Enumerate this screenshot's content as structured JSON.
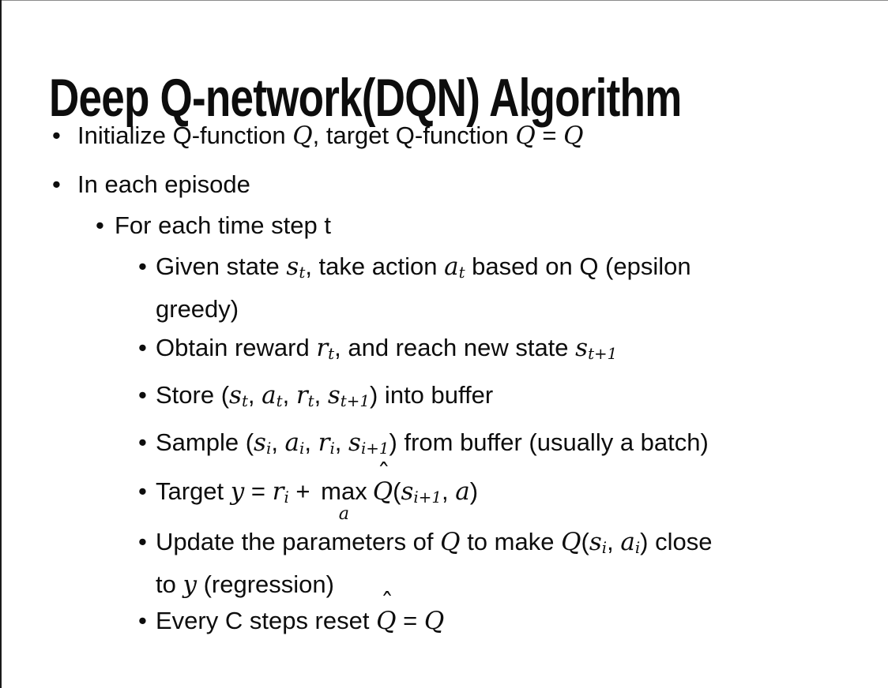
{
  "slide": {
    "title": "Deep Q-network(DQN) Algorithm",
    "glyphs": {
      "bullet": "•",
      "hat": "ˆ"
    },
    "colors": {
      "background": "#ffffff",
      "text": "#0d0d0d",
      "edge": "#1a1a1a"
    },
    "bullets": [
      {
        "level": 1,
        "segments": [
          {
            "k": "t",
            "v": "Initialize Q-function "
          },
          {
            "k": "m",
            "v": "Q"
          },
          {
            "k": "t",
            "v": ", target Q-function "
          },
          {
            "k": "hat",
            "v": "Q"
          },
          {
            "k": "t",
            "v": " = "
          },
          {
            "k": "m",
            "v": "Q"
          }
        ]
      },
      {
        "level": 1,
        "segments": [
          {
            "k": "t",
            "v": "In each episode"
          }
        ]
      },
      {
        "level": 2,
        "segments": [
          {
            "k": "t",
            "v": "For each time step t"
          }
        ]
      },
      {
        "level": 3,
        "segments": [
          {
            "k": "t",
            "v": "Given state "
          },
          {
            "k": "m",
            "v": "s"
          },
          {
            "k": "sub",
            "v": "t"
          },
          {
            "k": "t",
            "v": ", take action "
          },
          {
            "k": "m",
            "v": "a"
          },
          {
            "k": "sub",
            "v": "t"
          },
          {
            "k": "t",
            "v": " based on Q (epsilon"
          },
          {
            "k": "br"
          },
          {
            "k": "t",
            "v": "greedy)"
          }
        ]
      },
      {
        "level": 3,
        "segments": [
          {
            "k": "t",
            "v": "Obtain reward "
          },
          {
            "k": "m",
            "v": "r"
          },
          {
            "k": "sub",
            "v": "t"
          },
          {
            "k": "t",
            "v": ", and reach new state "
          },
          {
            "k": "m",
            "v": "s"
          },
          {
            "k": "sub",
            "v": "t+1"
          }
        ]
      },
      {
        "level": 3,
        "segments": [
          {
            "k": "t",
            "v": "Store ("
          },
          {
            "k": "m",
            "v": "s"
          },
          {
            "k": "sub",
            "v": "t"
          },
          {
            "k": "t",
            "v": ", "
          },
          {
            "k": "m",
            "v": "a"
          },
          {
            "k": "sub",
            "v": "t"
          },
          {
            "k": "t",
            "v": ", "
          },
          {
            "k": "m",
            "v": "r"
          },
          {
            "k": "sub",
            "v": "t"
          },
          {
            "k": "t",
            "v": ", "
          },
          {
            "k": "m",
            "v": "s"
          },
          {
            "k": "sub",
            "v": "t+1"
          },
          {
            "k": "t",
            "v": ") into buffer"
          }
        ]
      },
      {
        "level": 3,
        "segments": [
          {
            "k": "t",
            "v": "Sample ("
          },
          {
            "k": "m",
            "v": "s"
          },
          {
            "k": "sub",
            "v": "i"
          },
          {
            "k": "t",
            "v": ", "
          },
          {
            "k": "m",
            "v": "a"
          },
          {
            "k": "sub",
            "v": "i"
          },
          {
            "k": "t",
            "v": ", "
          },
          {
            "k": "m",
            "v": "r"
          },
          {
            "k": "sub",
            "v": "i"
          },
          {
            "k": "t",
            "v": ", "
          },
          {
            "k": "m",
            "v": "s"
          },
          {
            "k": "sub",
            "v": "i+1"
          },
          {
            "k": "t",
            "v": ") from buffer (usually a batch)"
          }
        ]
      },
      {
        "level": 3,
        "segments": [
          {
            "k": "t",
            "v": "Target "
          },
          {
            "k": "m",
            "v": "y"
          },
          {
            "k": "t",
            "v": " = "
          },
          {
            "k": "m",
            "v": "r"
          },
          {
            "k": "sub",
            "v": "i"
          },
          {
            "k": "t",
            "v": " + "
          },
          {
            "k": "max",
            "v": "max",
            "u": "a"
          },
          {
            "k": "hat",
            "v": "Q"
          },
          {
            "k": "t",
            "v": "("
          },
          {
            "k": "m",
            "v": "s"
          },
          {
            "k": "sub",
            "v": "i+1"
          },
          {
            "k": "t",
            "v": ", "
          },
          {
            "k": "m",
            "v": "a"
          },
          {
            "k": "t",
            "v": ")"
          }
        ]
      },
      {
        "level": 3,
        "segments": [
          {
            "k": "t",
            "v": "Update the parameters of "
          },
          {
            "k": "m",
            "v": "Q"
          },
          {
            "k": "t",
            "v": " to make "
          },
          {
            "k": "m",
            "v": "Q"
          },
          {
            "k": "t",
            "v": "("
          },
          {
            "k": "m",
            "v": "s"
          },
          {
            "k": "sub",
            "v": "i"
          },
          {
            "k": "t",
            "v": ", "
          },
          {
            "k": "m",
            "v": "a"
          },
          {
            "k": "sub",
            "v": "i"
          },
          {
            "k": "t",
            "v": ") close"
          },
          {
            "k": "br"
          },
          {
            "k": "t",
            "v": "to "
          },
          {
            "k": "m",
            "v": "y"
          },
          {
            "k": "t",
            "v": " (regression)"
          }
        ]
      },
      {
        "level": 3,
        "segments": [
          {
            "k": "t",
            "v": "Every C steps reset "
          },
          {
            "k": "hat",
            "v": "Q"
          },
          {
            "k": "t",
            "v": " = "
          },
          {
            "k": "m",
            "v": "Q"
          }
        ]
      }
    ]
  }
}
